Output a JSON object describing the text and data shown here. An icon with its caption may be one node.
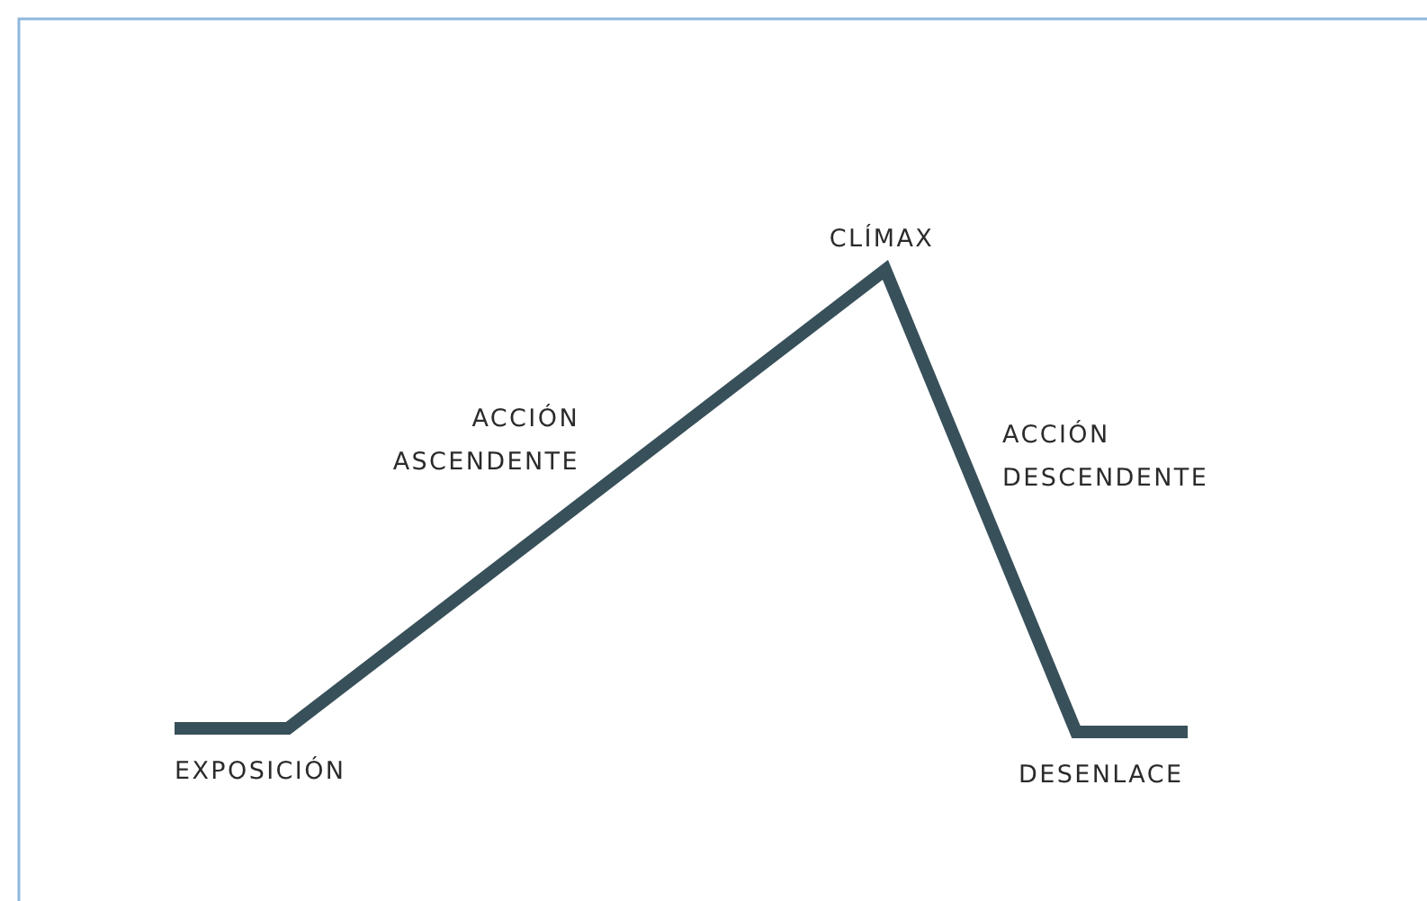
{
  "diagram": {
    "labels": [
      "CLÍMAX",
      "ACCIÓN ASCENDENTE",
      "ACCIÓN DESCENDENTE",
      "EXPOSICIÓN",
      "DESENLACE"
    ]
  }
}
